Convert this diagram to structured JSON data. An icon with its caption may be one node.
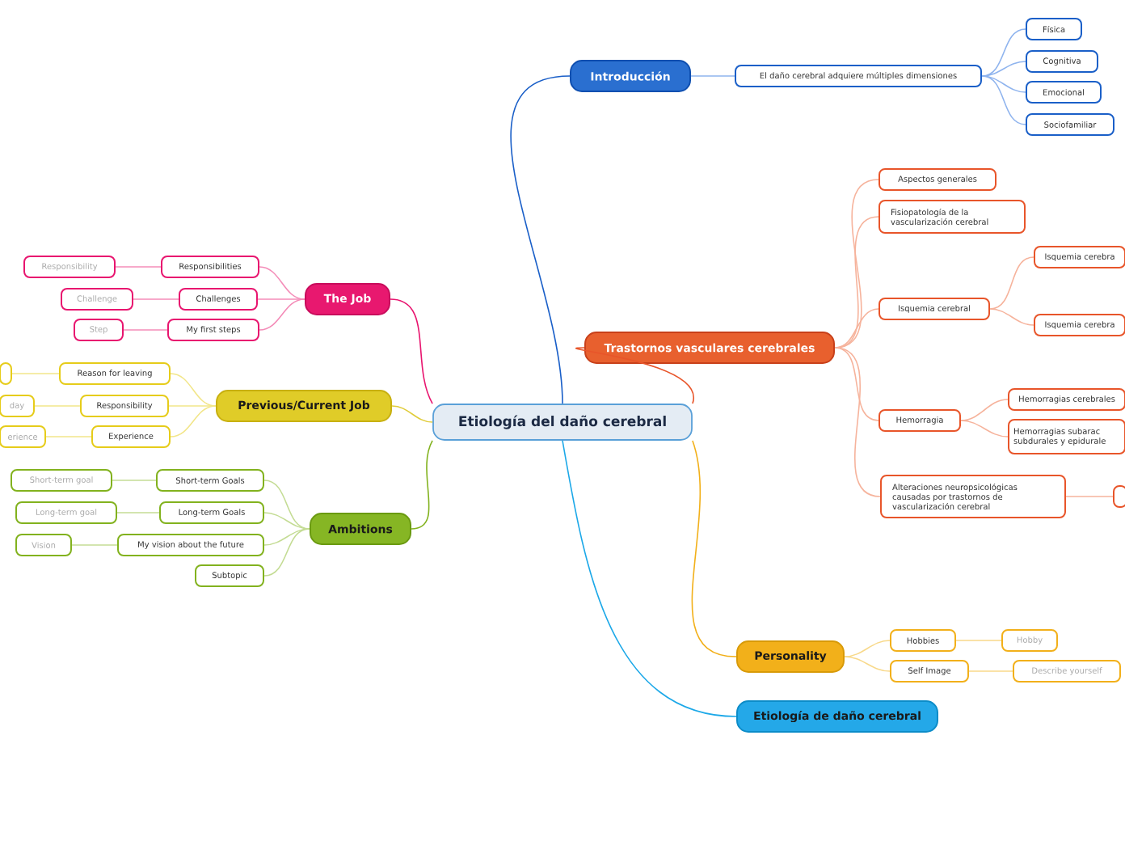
{
  "diagram": {
    "nodes": [
      {
        "text": [
          "Etiología del daño cerebral"
        ]
      },
      {
        "text": [
          "Introducción"
        ]
      },
      {
        "text": [
          "El daño cerebral adquiere múltiples dimensiones"
        ]
      },
      {
        "text": [
          "Física"
        ]
      },
      {
        "text": [
          "Cognitiva"
        ]
      },
      {
        "text": [
          "Emocional"
        ]
      },
      {
        "text": [
          "Sociofamiliar"
        ]
      },
      {
        "text": [
          "Trastornos vasculares cerebrales"
        ]
      },
      {
        "text": [
          "Aspectos generales"
        ]
      },
      {
        "text": [
          "Fisiopatología de la vascularización cerebral"
        ]
      },
      {
        "text": [
          "Isquemia cerebral"
        ]
      },
      {
        "text": [
          "Isquemia cerebra"
        ]
      },
      {
        "text": [
          "Isquemia cerebra"
        ]
      },
      {
        "text": [
          "Hemorragia"
        ]
      },
      {
        "text": [
          "Hemorragias cerebrales"
        ]
      },
      {
        "text": [
          "Hemorragias subarac subdurales y epidurale"
        ]
      },
      {
        "text": [
          "Alteraciones neuropsicológicas causadas por trastornos de vascularización cerebral"
        ]
      },
      {
        "text": [],
        "shape": "box"
      },
      {
        "text": [
          "The Job"
        ]
      },
      {
        "text": [
          "Responsibilities"
        ]
      },
      {
        "text": [
          "Responsibility"
        ]
      },
      {
        "text": [
          "Challenges"
        ]
      },
      {
        "text": [
          "Challenge"
        ]
      },
      {
        "text": [
          "My first steps"
        ]
      },
      {
        "text": [
          "Step"
        ]
      },
      {
        "text": [
          "Previous/Current Job"
        ]
      },
      {
        "text": [
          "Reason for leaving"
        ]
      },
      {
        "text": [],
        "shape": "box"
      },
      {
        "text": [
          "Responsibility"
        ]
      },
      {
        "text": [
          "day"
        ]
      },
      {
        "text": [
          "Experience"
        ]
      },
      {
        "text": [
          "erience"
        ]
      },
      {
        "text": [
          "Ambitions"
        ]
      },
      {
        "text": [
          "Short-term Goals"
        ]
      },
      {
        "text": [
          "Short-term goal"
        ]
      },
      {
        "text": [
          "Long-term Goals"
        ]
      },
      {
        "text": [
          "Long-term goal"
        ]
      },
      {
        "text": [
          "My vision about the future"
        ]
      },
      {
        "text": [
          "Vision"
        ]
      },
      {
        "text": [
          "Subtopic"
        ]
      },
      {
        "text": [
          "Personality"
        ]
      },
      {
        "text": [
          "Hobbies"
        ]
      },
      {
        "text": [
          "Hobby"
        ]
      },
      {
        "text": [
          "Self Image"
        ]
      },
      {
        "text": [
          "Describe yourself"
        ]
      },
      {
        "text": [
          "Etiología de daño cerebral"
        ]
      }
    ],
    "edges": [
      {
        "from": 0,
        "to": 1,
        "arrow": "none",
        "color": "#1a5fc8"
      },
      {
        "from": 0,
        "to": 7,
        "arrow": "none",
        "color": "#e8552a"
      },
      {
        "from": 0,
        "to": 18,
        "arrow": "none",
        "color": "#e8156f"
      },
      {
        "from": 0,
        "to": 25,
        "arrow": "none",
        "color": "#e0cc3a"
      },
      {
        "from": 0,
        "to": 32,
        "arrow": "none",
        "color": "#82b21e"
      },
      {
        "from": 0,
        "to": 40,
        "arrow": "none",
        "color": "#f2b01a"
      },
      {
        "from": 0,
        "to": 45,
        "arrow": "none",
        "color": "#1ca8e8"
      },
      {
        "from": 1,
        "to": 2,
        "arrow": "none",
        "color": "#8fb4ee"
      },
      {
        "from": 2,
        "to": 3,
        "arrow": "none",
        "color": "#8fb4ee"
      },
      {
        "from": 2,
        "to": 4,
        "arrow": "none",
        "color": "#8fb4ee"
      },
      {
        "from": 2,
        "to": 5,
        "arrow": "none",
        "color": "#8fb4ee"
      },
      {
        "from": 2,
        "to": 6,
        "arrow": "none",
        "color": "#8fb4ee"
      },
      {
        "from": 7,
        "to": 8,
        "arrow": "none",
        "color": "#f6b39c"
      },
      {
        "from": 7,
        "to": 9,
        "arrow": "none",
        "color": "#f6b39c"
      },
      {
        "from": 7,
        "to": 10,
        "arrow": "none",
        "color": "#f6b39c"
      },
      {
        "from": 7,
        "to": 13,
        "arrow": "none",
        "color": "#f6b39c"
      },
      {
        "from": 7,
        "to": 16,
        "arrow": "none",
        "color": "#f6b39c"
      },
      {
        "from": 10,
        "to": 11,
        "arrow": "none",
        "color": "#f6b39c"
      },
      {
        "from": 10,
        "to": 12,
        "arrow": "none",
        "color": "#f6b39c"
      },
      {
        "from": 13,
        "to": 14,
        "arrow": "none",
        "color": "#f6b39c"
      },
      {
        "from": 13,
        "to": 15,
        "arrow": "none",
        "color": "#f6b39c"
      },
      {
        "from": 16,
        "to": 27,
        "arrow": "none",
        "color": "#f6b39c"
      },
      {
        "from": 18,
        "to": 19,
        "arrow": "none",
        "color": "#f48cb8"
      },
      {
        "from": 18,
        "to": 21,
        "arrow": "none",
        "color": "#f48cb8"
      },
      {
        "from": 18,
        "to": 23,
        "arrow": "none",
        "color": "#f48cb8"
      },
      {
        "from": 19,
        "to": 20,
        "arrow": "none",
        "color": "#f48cb8"
      },
      {
        "from": 21,
        "to": 22,
        "arrow": "none",
        "color": "#f48cb8"
      },
      {
        "from": 23,
        "to": 24,
        "arrow": "none",
        "color": "#f48cb8"
      },
      {
        "from": 25,
        "to": 26,
        "arrow": "none",
        "color": "#f2e68a"
      },
      {
        "from": 25,
        "to": 28,
        "arrow": "none",
        "color": "#f2e68a"
      },
      {
        "from": 25,
        "to": 30,
        "arrow": "none",
        "color": "#f2e68a"
      },
      {
        "from": 26,
        "to": 17,
        "arrow": "none",
        "color": "#f2e68a"
      },
      {
        "from": 28,
        "to": 29,
        "arrow": "none",
        "color": "#f2e68a"
      },
      {
        "from": 30,
        "to": 31,
        "arrow": "none",
        "color": "#f2e68a"
      },
      {
        "from": 32,
        "to": 33,
        "arrow": "none",
        "color": "#c4dc94"
      },
      {
        "from": 32,
        "to": 35,
        "arrow": "none",
        "color": "#c4dc94"
      },
      {
        "from": 32,
        "to": 37,
        "arrow": "none",
        "color": "#c4dc94"
      },
      {
        "from": 32,
        "to": 39,
        "arrow": "none",
        "color": "#c4dc94"
      },
      {
        "from": 33,
        "to": 34,
        "arrow": "none",
        "color": "#c4dc94"
      },
      {
        "from": 35,
        "to": 36,
        "arrow": "none",
        "color": "#c4dc94"
      },
      {
        "from": 37,
        "to": 38,
        "arrow": "none",
        "color": "#c4dc94"
      },
      {
        "from": 40,
        "to": 41,
        "arrow": "none",
        "color": "#f8d98a"
      },
      {
        "from": 40,
        "to": 43,
        "arrow": "none",
        "color": "#f8d98a"
      },
      {
        "from": 41,
        "to": 42,
        "arrow": "none",
        "color": "#f8d98a"
      },
      {
        "from": 43,
        "to": 44,
        "arrow": "none",
        "color": "#f8d98a"
      }
    ]
  }
}
